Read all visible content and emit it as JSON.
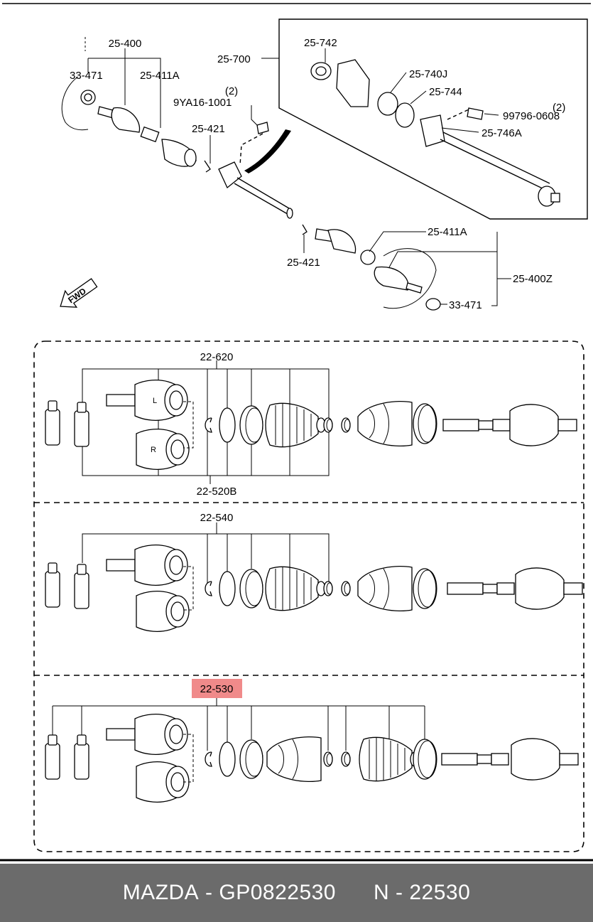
{
  "top_labels": {
    "l25_400": "25-400",
    "l33_471_a": "33-471",
    "l25_411a_a": "25-411A",
    "l2_a": "(2)",
    "l9ya16": "9YA16-1001",
    "l25_421_a": "25-421",
    "l25_700": "25-700",
    "l25_742": "25-742",
    "l25_740j": "25-740J",
    "l25_744": "25-744",
    "l2_b": "(2)",
    "l99796": "99796-0608",
    "l25_746a": "25-746A",
    "l25_421_b": "25-421",
    "l25_411a_b": "25-411A",
    "l25_400z": "25-400Z",
    "l33_471_b": "33-471",
    "fwd": "FWD"
  },
  "kit_labels": {
    "k22_620": "22-620",
    "k22_520b": "22-520B",
    "k22_540": "22-540",
    "k22_530": "22-530",
    "joint_l": "L",
    "joint_r": "R"
  },
  "highlight_color": "#f08a8a",
  "footer": {
    "brand": "MAZDA",
    "sep1": " - ",
    "part_number": "GP0822530",
    "gap": "      ",
    "code_prefix": "N",
    "sep2": " - ",
    "code": "22530"
  }
}
